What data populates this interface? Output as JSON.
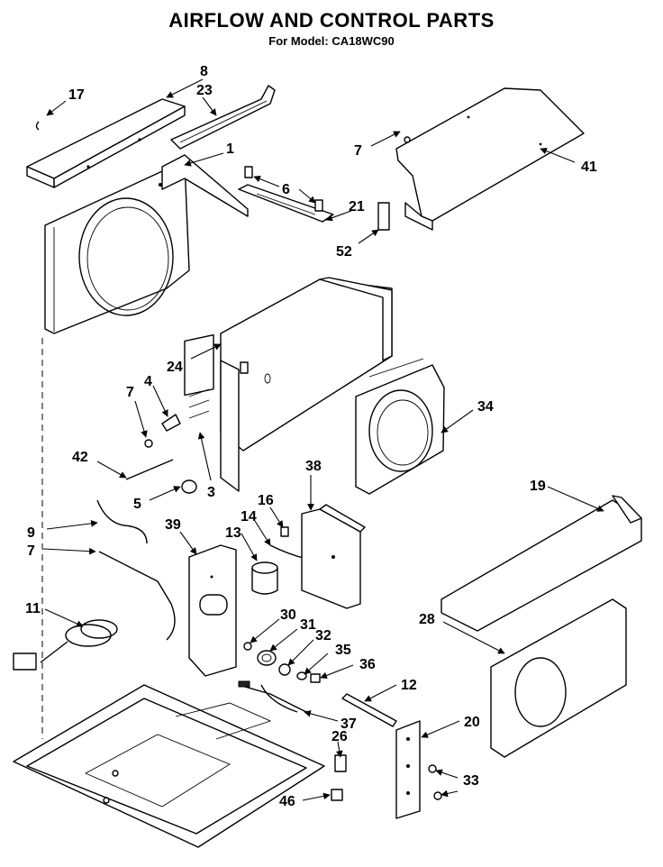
{
  "header": {
    "title": "AIRFLOW AND CONTROL PARTS",
    "subtitle": "For Model: CA18WC90"
  },
  "callouts": [
    {
      "id": "c17",
      "text": "17"
    },
    {
      "id": "c8",
      "text": "8"
    },
    {
      "id": "c23",
      "text": "23"
    },
    {
      "id": "c1",
      "text": "1"
    },
    {
      "id": "c7a",
      "text": "7"
    },
    {
      "id": "c41",
      "text": "41"
    },
    {
      "id": "c6",
      "text": "6"
    },
    {
      "id": "c21",
      "text": "21"
    },
    {
      "id": "c52",
      "text": "52"
    },
    {
      "id": "c24",
      "text": "24"
    },
    {
      "id": "c7b",
      "text": "7"
    },
    {
      "id": "c4",
      "text": "4"
    },
    {
      "id": "c34",
      "text": "34"
    },
    {
      "id": "c42",
      "text": "42"
    },
    {
      "id": "c3",
      "text": "3"
    },
    {
      "id": "c38",
      "text": "38"
    },
    {
      "id": "c5",
      "text": "5"
    },
    {
      "id": "c16",
      "text": "16"
    },
    {
      "id": "c19",
      "text": "19"
    },
    {
      "id": "c14",
      "text": "14"
    },
    {
      "id": "c9",
      "text": "9"
    },
    {
      "id": "c39",
      "text": "39"
    },
    {
      "id": "c13",
      "text": "13"
    },
    {
      "id": "c7c",
      "text": "7"
    },
    {
      "id": "c28",
      "text": "28"
    },
    {
      "id": "c11",
      "text": "11"
    },
    {
      "id": "c30",
      "text": "30"
    },
    {
      "id": "c31",
      "text": "31"
    },
    {
      "id": "c32",
      "text": "32"
    },
    {
      "id": "c35",
      "text": "35"
    },
    {
      "id": "c36",
      "text": "36"
    },
    {
      "id": "c12",
      "text": "12"
    },
    {
      "id": "c20",
      "text": "20"
    },
    {
      "id": "c37",
      "text": "37"
    },
    {
      "id": "c26",
      "text": "26"
    },
    {
      "id": "c33",
      "text": "33"
    },
    {
      "id": "c46",
      "text": "46"
    }
  ]
}
